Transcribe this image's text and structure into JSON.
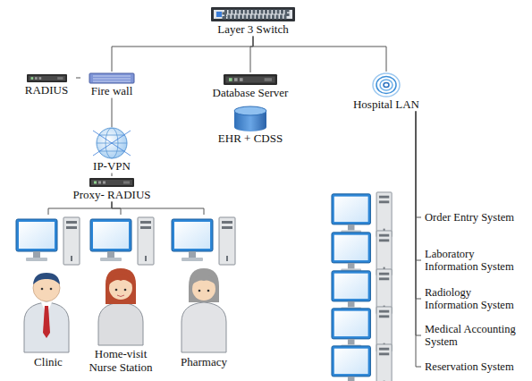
{
  "diagram": {
    "nodes": [
      {
        "text": [
          "Layer 3 Switch"
        ]
      },
      {
        "text": [
          "RADIUS"
        ]
      },
      {
        "text": [
          "Fire wall"
        ]
      },
      {
        "text": [
          "Database Server"
        ]
      },
      {
        "text": [
          "EHR + CDSS"
        ]
      },
      {
        "text": [
          "Hospital LAN"
        ]
      },
      {
        "text": [
          "IP-VPN"
        ]
      },
      {
        "text": [
          "Proxy- RADIUS"
        ]
      },
      {
        "text": [
          "Clinic"
        ]
      },
      {
        "text": [
          "Home-visit Nurse Station"
        ]
      },
      {
        "text": [
          "Pharmacy"
        ]
      },
      {
        "text": [
          "Order Entry System"
        ]
      },
      {
        "text": [
          "Laboratory Information System"
        ]
      },
      {
        "text": [
          "Radiology Information System"
        ]
      },
      {
        "text": [
          "Medical Accounting System"
        ]
      },
      {
        "text": [
          "Reservation System"
        ]
      }
    ],
    "edges": [
      {
        "from": 0,
        "to": 2,
        "arrow": "none"
      },
      {
        "from": 0,
        "to": 3,
        "arrow": "none"
      },
      {
        "from": 0,
        "to": 5,
        "arrow": "none"
      },
      {
        "from": 1,
        "to": 2,
        "arrow": "none"
      },
      {
        "from": 2,
        "to": 6,
        "arrow": "none"
      },
      {
        "from": 6,
        "to": 7,
        "arrow": "none"
      },
      {
        "from": 7,
        "to": 8,
        "arrow": "none"
      },
      {
        "from": 7,
        "to": 9,
        "arrow": "none"
      },
      {
        "from": 7,
        "to": 10,
        "arrow": "none"
      },
      {
        "from": 5,
        "to": 11,
        "arrow": "none"
      },
      {
        "from": 5,
        "to": 12,
        "arrow": "none"
      },
      {
        "from": 5,
        "to": 13,
        "arrow": "none"
      },
      {
        "from": 5,
        "to": 14,
        "arrow": "none"
      },
      {
        "from": 5,
        "to": 15,
        "arrow": "none"
      }
    ]
  }
}
